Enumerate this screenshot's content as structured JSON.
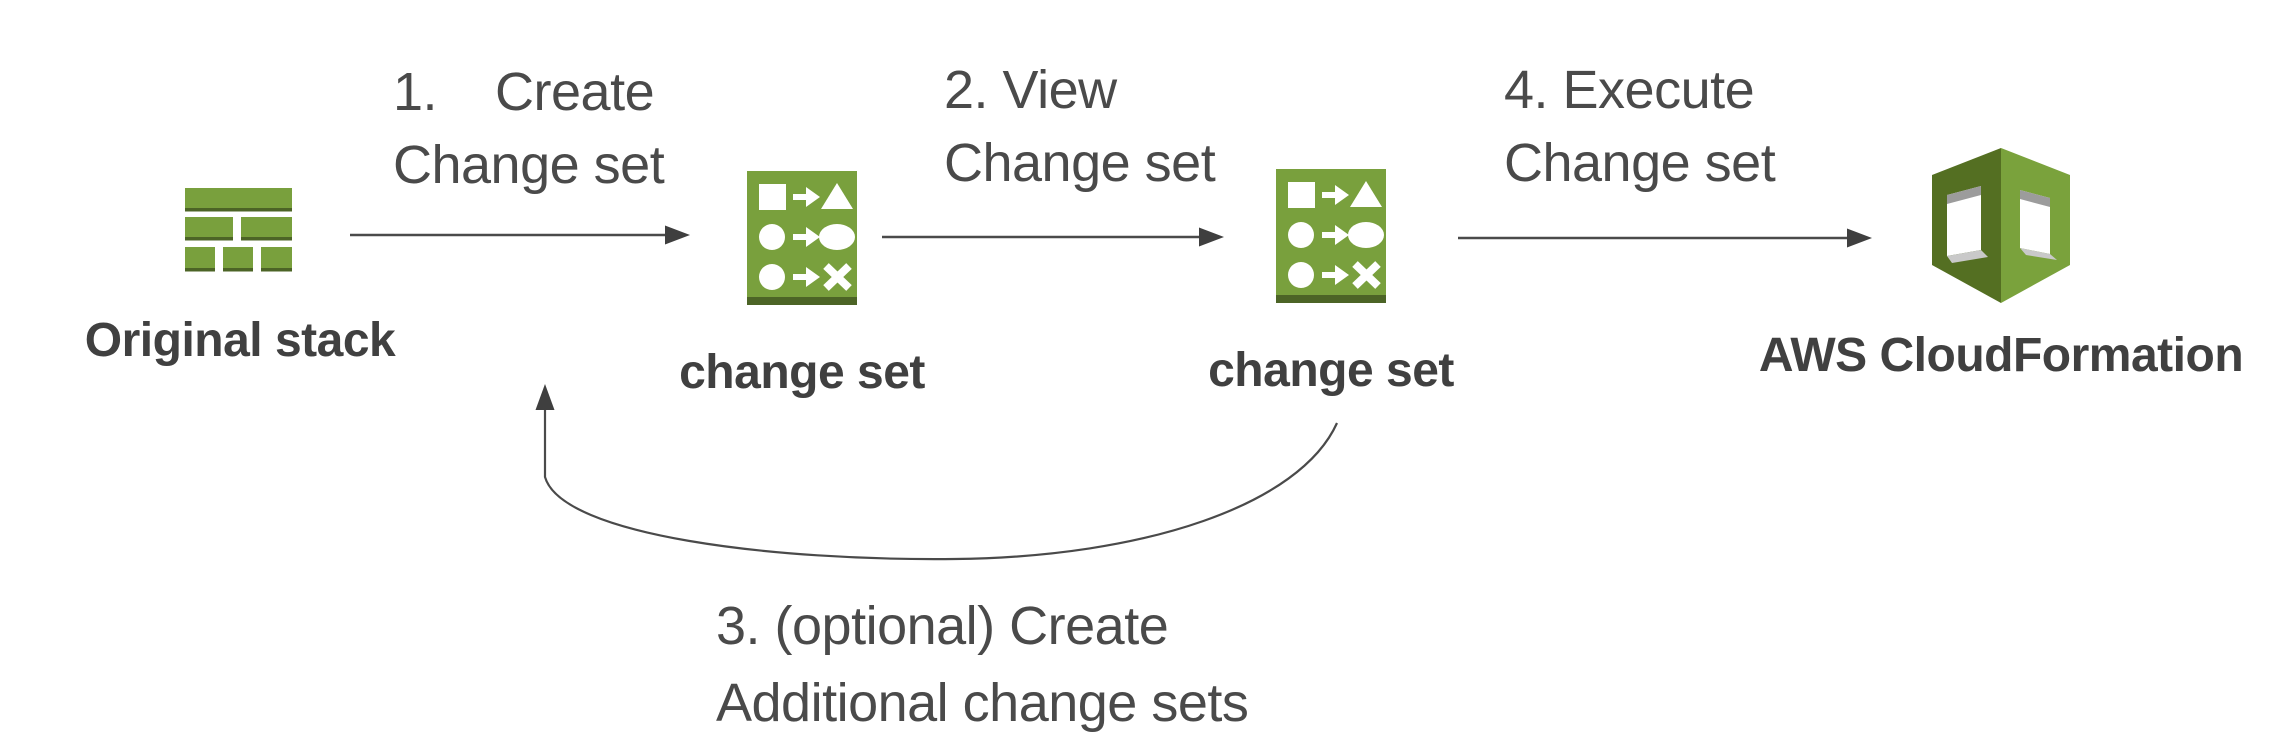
{
  "steps": {
    "step1": {
      "label": "1.    Create\nChange set"
    },
    "step2": {
      "label": "2. View\nChange set"
    },
    "step3": {
      "label": "3. (optional) Create\nAdditional change sets"
    },
    "step4": {
      "label": "4. Execute\nChange set"
    }
  },
  "nodes": {
    "original_stack": {
      "label": "Original stack",
      "icon": "stack-icon"
    },
    "change_set_1": {
      "label": "change set",
      "icon": "change-set-icon"
    },
    "change_set_2": {
      "label": "change set",
      "icon": "change-set-icon"
    },
    "cloudformation": {
      "label": "AWS CloudFormation",
      "icon": "cloudformation-icon"
    }
  },
  "colors": {
    "icon_green": "#79a03d",
    "icon_green_dark": "#4c6426",
    "cf_left_face": "#546f22",
    "cf_right_face": "#7aa23c",
    "hole_shadow": "#9c9c9c",
    "step_text": "#4a4a4a",
    "label_text": "#404040",
    "arrow": "#4a4a4a",
    "background": "#ffffff"
  }
}
